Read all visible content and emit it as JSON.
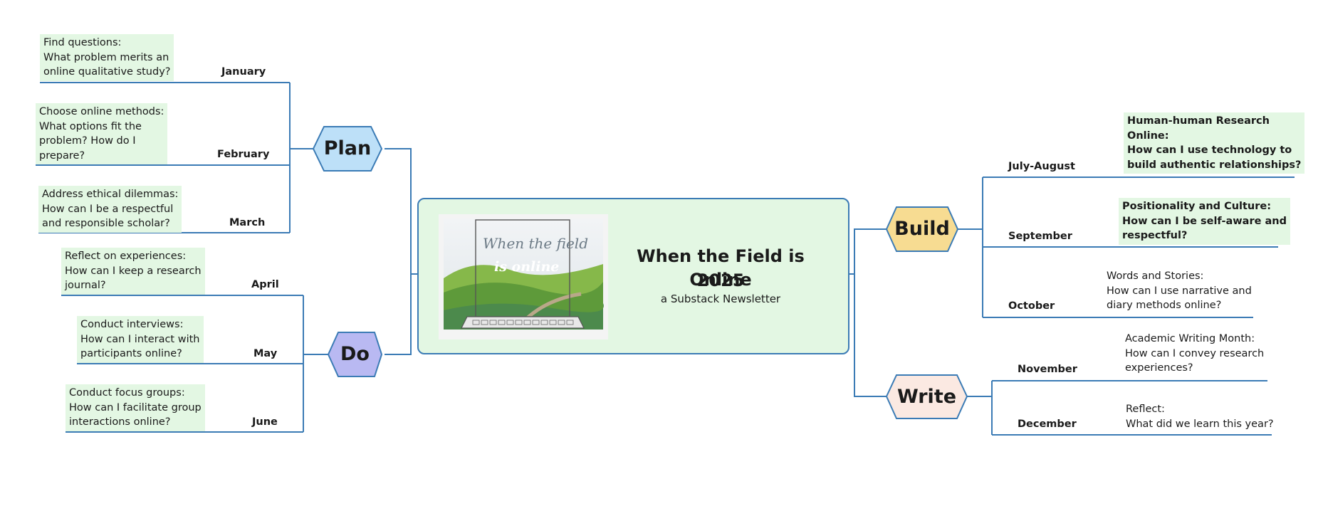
{
  "center": {
    "title_line1": "When the Field is Online",
    "title_line2": "2025",
    "subtitle": "a Substack Newsletter",
    "image_text_line1": "When the field",
    "image_text_line2": "is online"
  },
  "phases": {
    "plan": {
      "label": "Plan",
      "color": "#bde0f8"
    },
    "do": {
      "label": "Do",
      "color": "#b9b9f2"
    },
    "build": {
      "label": "Build",
      "color": "#f7dc92"
    },
    "write": {
      "label": "Write",
      "color": "#fbe9e2"
    }
  },
  "months": [
    {
      "month": "January",
      "topic": "Find questions:\nWhat problem merits an\nonline qualitative study?"
    },
    {
      "month": "February",
      "topic": "Choose online methods:\nWhat options fit the\nproblem? How do I\nprepare?"
    },
    {
      "month": "March",
      "topic": "Address ethical dilemmas:\nHow can I be a respectful\nand responsible scholar?"
    },
    {
      "month": "April",
      "topic": "Reflect on experiences:\nHow can I keep a research\njournal?"
    },
    {
      "month": "May",
      "topic": "Conduct interviews:\nHow can I interact with\nparticipants online?"
    },
    {
      "month": "June",
      "topic": "Conduct focus groups:\nHow can I facilitate group\ninteractions online?"
    },
    {
      "month": "July-August",
      "topic": "Human-human Research\nOnline:\nHow can I use technology to\nbuild authentic relationships?"
    },
    {
      "month": "September",
      "topic": "Positionality and Culture:\nHow can I be self-aware and\nrespectful?"
    },
    {
      "month": "October",
      "topic": "Words and Stories:\nHow can I use narrative and\ndiary methods online?"
    },
    {
      "month": "November",
      "topic": "Academic Writing Month:\nHow can I convey research\nexperiences?"
    },
    {
      "month": "December",
      "topic": "Reflect:\nWhat did we learn this year?"
    }
  ],
  "line_color": "#3b7bb5",
  "topic_bg": "#e3f7e3"
}
